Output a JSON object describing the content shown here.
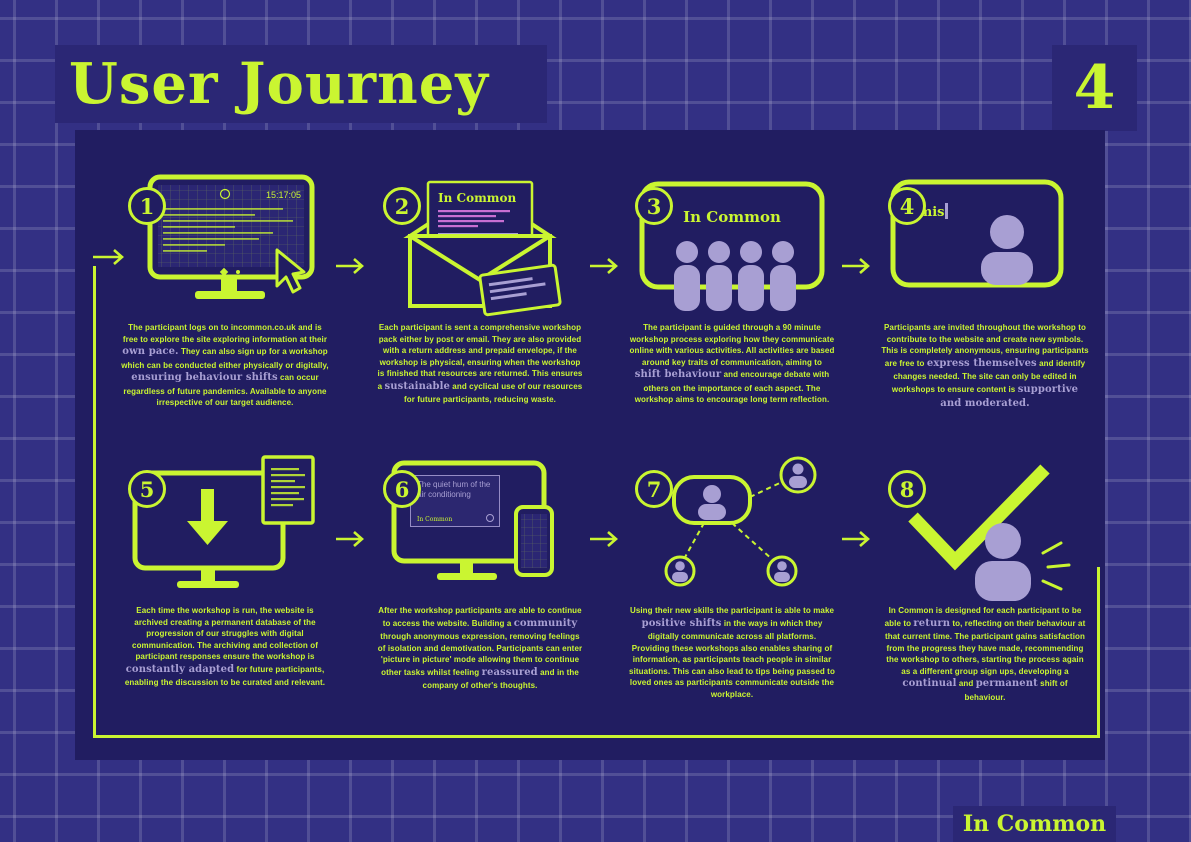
{
  "header": {
    "title": "User Journey",
    "page_number": "4"
  },
  "footer": {
    "brand": "In Common"
  },
  "colors": {
    "background": "#333084",
    "panel": "#211d61",
    "accent_lime": "#caf531",
    "accent_lavender": "#a89fd3"
  },
  "steps": [
    {
      "number": "1",
      "icon": "monitor-browsing",
      "screen_time": "15:17:05",
      "segments": [
        {
          "style": "plain",
          "text": "The participant logs on to incommon.co.uk and is free to explore the site exploring information at their "
        },
        {
          "style": "accent",
          "text": "own pace."
        },
        {
          "style": "plain",
          "text": " They can also sign up for a workshop which can be conducted either physically or digitally, "
        },
        {
          "style": "accent",
          "text": "ensuring behaviour shifts"
        },
        {
          "style": "plain",
          "text": " can occur regardless of future pandemics. Available to anyone irrespective of our target audience."
        }
      ]
    },
    {
      "number": "2",
      "icon": "workshop-pack-envelope",
      "letter_title": "In Common",
      "segments": [
        {
          "style": "plain",
          "text": "Each participant is sent a comprehensive workshop pack either by post or email. They are also provided with a return address and prepaid envelope, if the workshop is physical, ensuring when the workshop is finished that resources are returned. This ensures a "
        },
        {
          "style": "accent",
          "text": "sustainable"
        },
        {
          "style": "plain",
          "text": " and cyclical use of our resources for future participants, reducing waste."
        }
      ]
    },
    {
      "number": "3",
      "icon": "workshop-screen-audience",
      "screen_title": "In Common",
      "segments": [
        {
          "style": "plain",
          "text": "The participant is guided through a 90 minute workshop process exploring how they communicate online with various activities. All activities are based around key traits of communication, aiming to "
        },
        {
          "style": "accent",
          "text": "shift behaviour"
        },
        {
          "style": "plain",
          "text": " and encourage debate with others on the importance of each aspect. The workshop aims to encourage long term reflection."
        }
      ]
    },
    {
      "number": "4",
      "icon": "contribute-typing-avatar",
      "typing_text": "i mis",
      "segments": [
        {
          "style": "plain",
          "text": "Participants are invited throughout the workshop to contribute to the website and create new symbols. This is completely anonymous, ensuring participants are free to "
        },
        {
          "style": "accent",
          "text": "express themselves"
        },
        {
          "style": "plain",
          "text": " and identify changes needed. The site can only be edited in workshops to ensure content is "
        },
        {
          "style": "accent",
          "text": "supportive and moderated."
        }
      ]
    },
    {
      "number": "5",
      "icon": "archive-download",
      "segments": [
        {
          "style": "plain",
          "text": "Each time the workshop is run, the website is archived creating a permanent database of the progression of our struggles with digital communication. The archiving and collection of participant responses ensure the workshop is "
        },
        {
          "style": "accent",
          "text": "constantly adapted"
        },
        {
          "style": "plain",
          "text": " for future participants, enabling the discussion to be curated and relevant."
        }
      ]
    },
    {
      "number": "6",
      "icon": "picture-in-picture",
      "window_text": "The quiet hum of the air conditioning",
      "window_brand": "In Common",
      "segments": [
        {
          "style": "plain",
          "text": "After the workshop participants are able to continue to access the website. Building a "
        },
        {
          "style": "accent",
          "text": "community"
        },
        {
          "style": "plain",
          "text": " through anonymous expression, removing feelings of isolation and demotivation. Participants can enter 'picture in picture' mode allowing them to continue other tasks whilst feeling "
        },
        {
          "style": "accent",
          "text": "reassured"
        },
        {
          "style": "plain",
          "text": " and in the company of other's thoughts."
        }
      ]
    },
    {
      "number": "7",
      "icon": "network-sharing",
      "segments": [
        {
          "style": "plain",
          "text": "Using their new skills the participant is able to make "
        },
        {
          "style": "accent",
          "text": "positive shifts"
        },
        {
          "style": "plain",
          "text": " in the ways in which they digitally communicate across all platforms. Providing these workshops also enables sharing of information, as participants teach people in similar situations. This can also lead to tips being passed to loved ones as participants communicate outside the workplace."
        }
      ]
    },
    {
      "number": "8",
      "icon": "completed-return",
      "segments": [
        {
          "style": "plain",
          "text": "In Common is designed for each participant to be able to "
        },
        {
          "style": "accent",
          "text": "return"
        },
        {
          "style": "plain",
          "text": " to, reflecting on their behaviour at that current time. The participant gains satisfaction from the progress they have made, recommending the workshop to others, starting the process again as a different group sign ups, developing a "
        },
        {
          "style": "accent",
          "text": "continual"
        },
        {
          "style": "plain",
          "text": " and "
        },
        {
          "style": "accent",
          "text": "permanent"
        },
        {
          "style": "plain",
          "text": " shift of behaviour."
        }
      ]
    }
  ]
}
